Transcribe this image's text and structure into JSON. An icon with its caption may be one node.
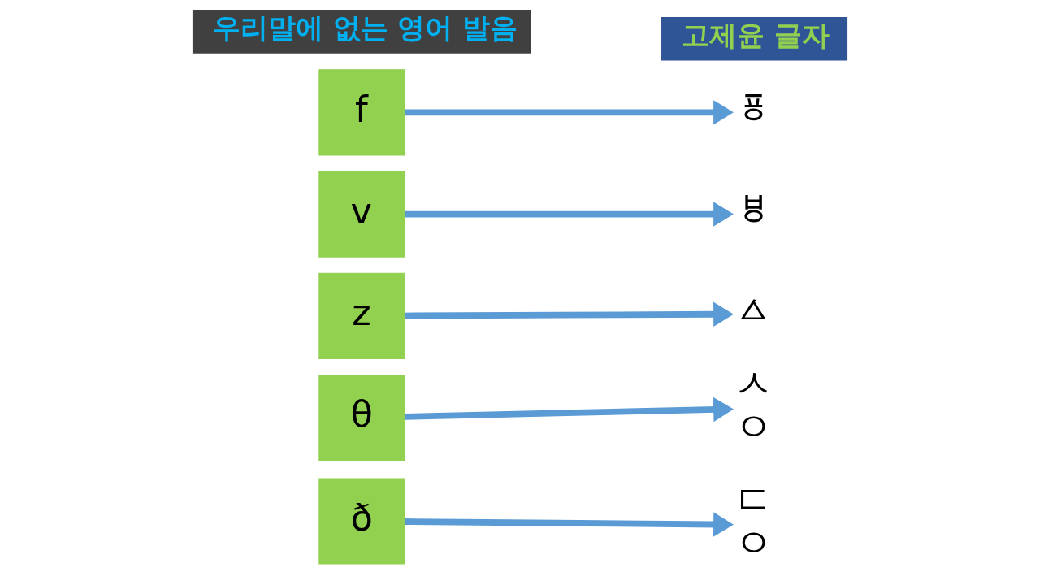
{
  "diagram": {
    "nodes": [
      {
        "text": [
          "우리말에 없는 영어 발음"
        ]
      },
      {
        "text": [
          "고제윤 글자"
        ]
      },
      {
        "text": [
          "f"
        ]
      },
      {
        "text": [
          "v"
        ]
      },
      {
        "text": [
          "z"
        ]
      },
      {
        "text": [
          "θ"
        ]
      },
      {
        "text": [
          "ð"
        ]
      },
      {
        "text": [
          "ㆄ"
        ]
      },
      {
        "text": [
          "ㅸ"
        ]
      },
      {
        "text": [
          "ㅿ"
        ]
      },
      {
        "text": [
          "ㅅㅇ"
        ]
      },
      {
        "text": [
          "ㄷㅇ"
        ]
      }
    ],
    "edges": [
      {
        "from": 2,
        "to": 7,
        "arrow": "to"
      },
      {
        "from": 3,
        "to": 8,
        "arrow": "to"
      },
      {
        "from": 4,
        "to": 9,
        "arrow": "to"
      },
      {
        "from": 5,
        "to": 10,
        "arrow": "to"
      },
      {
        "from": 6,
        "to": 11,
        "arrow": "to"
      }
    ]
  }
}
